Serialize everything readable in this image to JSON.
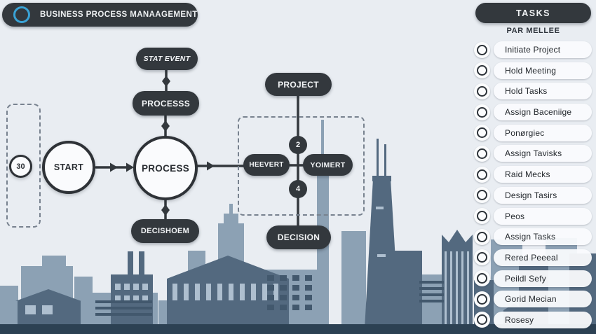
{
  "colors": {
    "background": "#e9edf2",
    "dark": "#33383d",
    "accent_blue": "#3aa3d6",
    "node_fill": "#fafbfd",
    "skyline_light": "#8ca1b4",
    "skyline_dark": "#53697f",
    "ground": "#2c4153"
  },
  "icons": {
    "title_badge": "circle-ring",
    "task_checkbox": "circle-ring"
  },
  "header": {
    "title": "BUSINESS PROCESS MANAAGEMENT"
  },
  "flowchart": {
    "nodes": {
      "stat_event": "STAT EVENT",
      "processs": "PROCESSS",
      "project": "PROJECT",
      "start": "START",
      "process": "PROCESS",
      "counter": "30",
      "heevert": "HEEVERT",
      "yoimert": "YOIMERT",
      "branch_top": "2",
      "branch_bottom": "4",
      "decishoem": "DECISHOEM",
      "decision": "DECISION"
    }
  },
  "tasks": {
    "header": "TASKS",
    "subtitle": "PAR MELLEE",
    "items": [
      "Initiate Project",
      "Hold Meeting",
      "Hold Tasks",
      "Assign Baceniige",
      "Ponørgiec",
      "Assign Tavisks",
      "Raid Mecks",
      "Design Tasirs",
      "Peos",
      "Assign Tasks",
      "Rered Peeeal",
      "Peildl Sefy",
      "Gorid Mecian",
      "Rosesy"
    ]
  }
}
